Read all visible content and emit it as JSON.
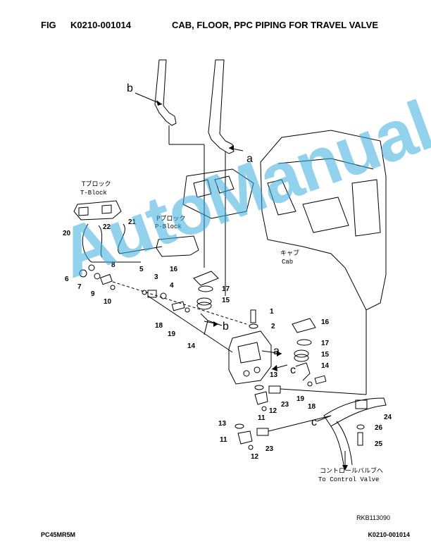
{
  "header": {
    "fig_label": "FIG",
    "fig_code": "K0210-001014",
    "title": "CAB, FLOOR, PPC PIPING FOR TRAVEL VALVE"
  },
  "footer": {
    "model": "PC45MR5M",
    "code": "K0210-001014"
  },
  "reference_code": "RKB113090",
  "watermark": "AutoManual",
  "labels": {
    "t_block_jp": "Tブロック",
    "t_block_en": "T-Block",
    "p_block_jp": "Pブロック",
    "p_block_en": "P-Block",
    "cab_jp": "キャブ",
    "cab_en": "Cab",
    "to_control_jp": "コントロールバルブへ",
    "to_control_en": "To Control Valve"
  },
  "view_letters": {
    "a": "a",
    "b": "b",
    "c": "c"
  },
  "part_numbers": [
    "1",
    "2",
    "3",
    "4",
    "5",
    "6",
    "7",
    "8",
    "9",
    "10",
    "11",
    "12",
    "13",
    "14",
    "15",
    "16",
    "17",
    "18",
    "19",
    "20",
    "21",
    "22",
    "23",
    "24",
    "25",
    "26"
  ]
}
